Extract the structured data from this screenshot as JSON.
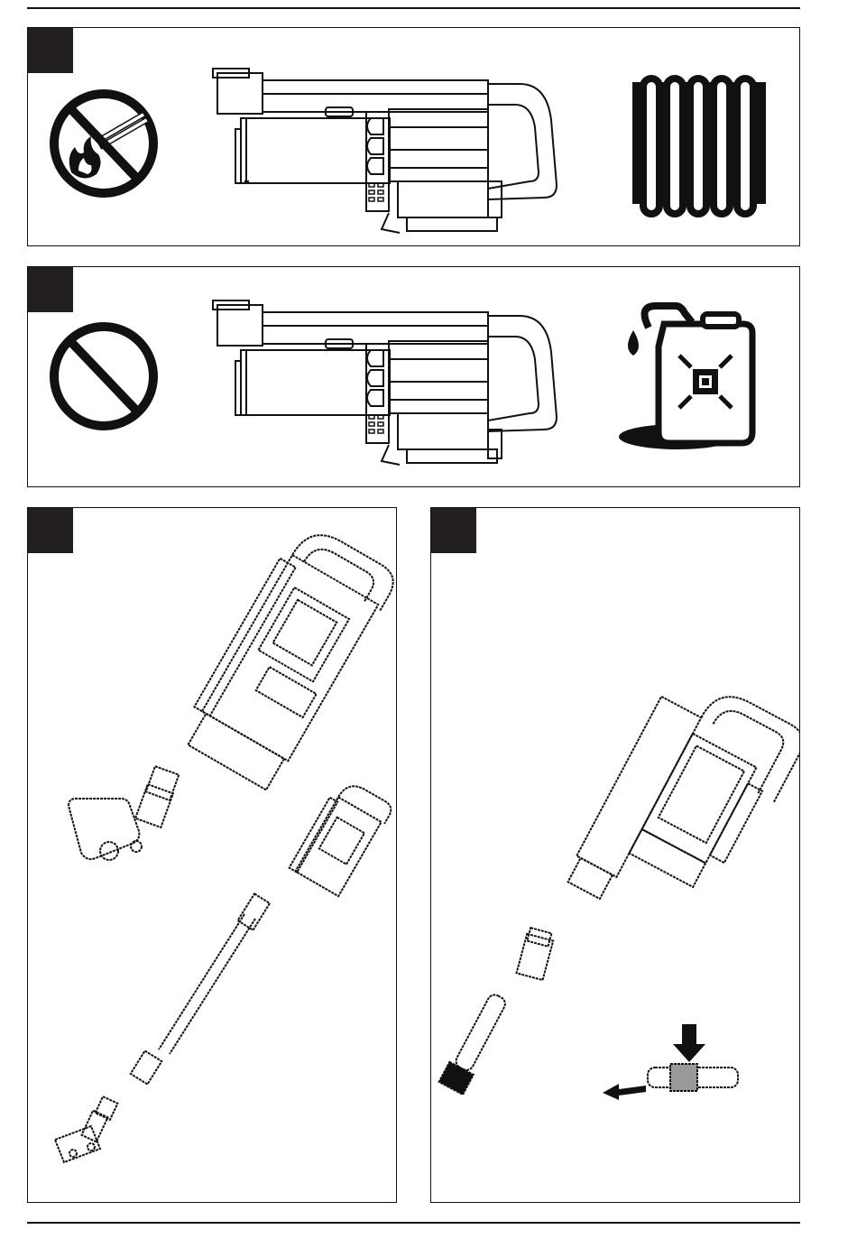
{
  "page": {
    "colors": {
      "ink": "#111111",
      "tag": "#231f20",
      "background": "#ffffff"
    }
  },
  "panels": [
    {
      "id": "panel-1",
      "icons": [
        "no-open-flame-icon",
        "vacuum-side-view",
        "radiator-icon"
      ]
    },
    {
      "id": "panel-2",
      "icons": [
        "prohibition-icon",
        "vacuum-side-view",
        "fuel-canister-icon"
      ]
    },
    {
      "id": "panel-3",
      "icons": [
        "vacuum-exploded-assembly"
      ]
    },
    {
      "id": "panel-4",
      "icons": [
        "vacuum-handheld-assembly",
        "crevice-brush-icon",
        "push-down-arrow-icon",
        "pull-left-arrow-icon"
      ]
    }
  ]
}
